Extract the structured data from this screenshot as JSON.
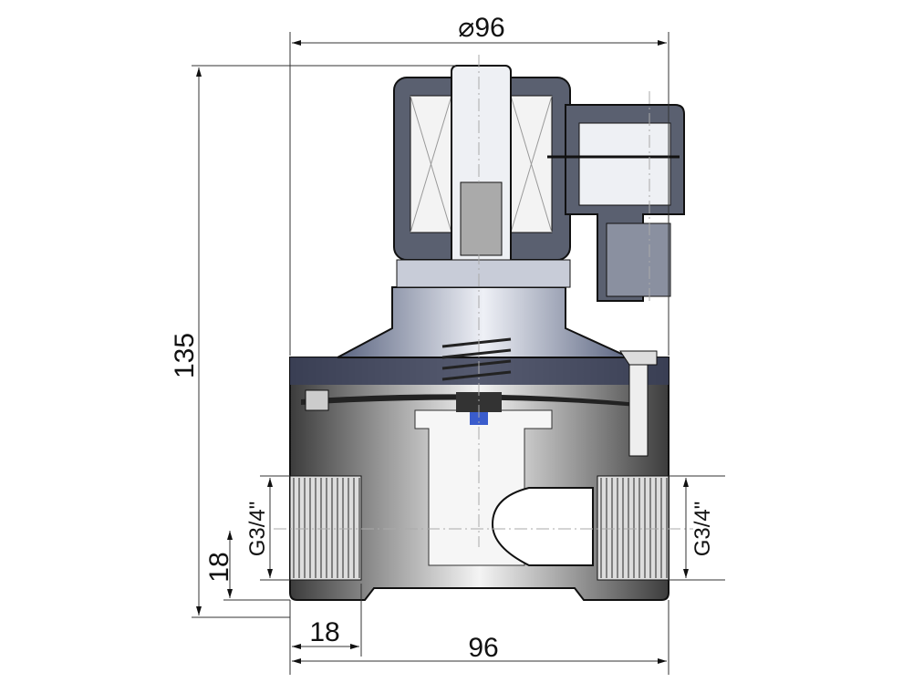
{
  "drawing": {
    "title": "Solenoid valve dimension drawing",
    "dimensions": {
      "top_width": "⌀96",
      "total_height": "135",
      "port_height": "18",
      "left_thread": "G3/4\"",
      "right_thread": "G3/4\"",
      "thread_length": "18",
      "body_width": "96"
    },
    "colors": {
      "body_dark": "#4a4a4a",
      "body_light": "#e8eaf0",
      "bonnet": "#d8dce6",
      "coil": "#5a6070",
      "seal_accent": "#3a5ccc"
    }
  }
}
